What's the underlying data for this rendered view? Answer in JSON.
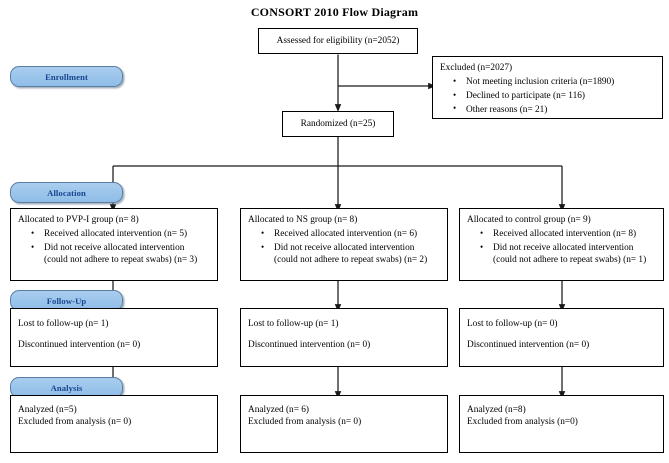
{
  "diagram": {
    "title": "CONSORT 2010 Flow Diagram",
    "stages": [
      {
        "key": "enrollment",
        "label": "Enrollment"
      },
      {
        "key": "allocation",
        "label": "Allocation"
      },
      {
        "key": "followup",
        "label": "Follow-Up"
      },
      {
        "key": "analysis",
        "label": "Analysis"
      }
    ],
    "assessed": {
      "text": "Assessed for eligibility (n=2052)"
    },
    "excluded": {
      "header": "Excluded  (n=2027)",
      "items": [
        "Not meeting inclusion criteria (n=1890)",
        "Declined to participate (n= 116)",
        "Other reasons (n= 21)"
      ]
    },
    "randomized": {
      "text": "Randomized (n=25)"
    },
    "allocation_boxes": [
      {
        "header": "Allocated to PVP-I group (n= 8)",
        "items": [
          {
            "line1": "Received allocated intervention (n= 5)",
            "line2": ""
          },
          {
            "line1": "Did not receive allocated intervention",
            "line2": "(could not adhere to repeat swabs) (n= 3)"
          }
        ]
      },
      {
        "header": "Allocated to NS group (n= 8)",
        "items": [
          {
            "line1": "Received allocated intervention (n= 6)",
            "line2": ""
          },
          {
            "line1": "Did not receive allocated intervention",
            "line2": "(could not adhere to repeat swabs) (n= 2)"
          }
        ]
      },
      {
        "header": "Allocated to control group (n= 9)",
        "items": [
          {
            "line1": "Received allocated intervention (n= 8)",
            "line2": ""
          },
          {
            "line1": "Did not receive allocated intervention",
            "line2": "(could not adhere to repeat swabs) (n= 1)"
          }
        ]
      }
    ],
    "followup_boxes": [
      {
        "lost": "Lost to follow-up (n= 1)",
        "discontinued": "Discontinued intervention (n= 0)"
      },
      {
        "lost": "Lost to follow-up (n= 1)",
        "discontinued": "Discontinued intervention (n= 0)"
      },
      {
        "lost": "Lost to follow-up (n= 0)",
        "discontinued": "Discontinued intervention (n= 0)"
      }
    ],
    "analysis_boxes": [
      {
        "analyzed": "Analyzed (n=5)",
        "excluded": "Excluded from analysis  (n= 0)"
      },
      {
        "analyzed": "Analyzed (n= 6)",
        "excluded": "Excluded from analysis (n= 0)"
      },
      {
        "analyzed": "Analyzed (n=8)",
        "excluded": "Excluded from analysis (n=0)"
      }
    ],
    "colors": {
      "stage_fill": "#9DC3E6",
      "stage_border": "#5A7FA5",
      "stage_text": "#17458F",
      "box_border": "#000000",
      "connector": "#1A1A1A",
      "background": "#FFFFFF"
    }
  }
}
